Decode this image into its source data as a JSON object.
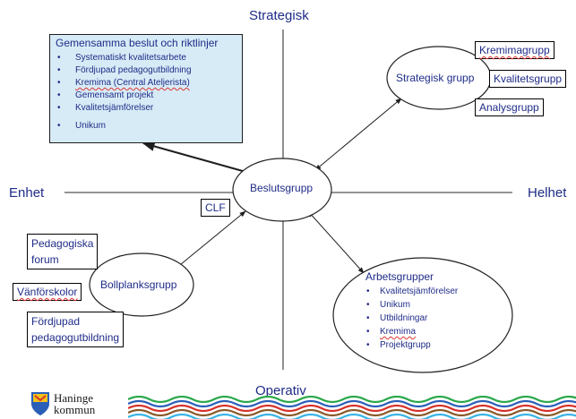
{
  "axes": {
    "top": "Strategisk",
    "bottom": "Operativ",
    "left": "Enhet",
    "right": "Helhet"
  },
  "gemensamma": {
    "title": "Gemensamma beslut och riktlinjer",
    "items": [
      "Systematiskt kvalitetsarbete",
      "Fördjupad pedagogutbildning",
      "Kremima (Central Ateljerista)",
      "Gemensamt projekt",
      "Kvalitetsjämförelser",
      "Unikum"
    ]
  },
  "nodes": {
    "beslutsgrupp": "Beslutsgrupp",
    "strategisk_grupp": "Strategisk grupp",
    "bollplanksgrupp": "Bollplanksgrupp",
    "arbetsgrupper": {
      "title": "Arbetsgrupper",
      "items": [
        "Kvalitetsjämförelser",
        "Unikum",
        "Utbildningar",
        "Kremima",
        "Projektgrupp"
      ]
    }
  },
  "boxes": {
    "clf": "CLF",
    "kremimagrupp": "Kremimagrupp",
    "kvalitetsgrupp": "Kvalitetsgrupp",
    "analysgrupp": "Analysgrupp",
    "pedagogiska_forum": [
      "Pedagogiska",
      "forum"
    ],
    "vanforskolor": "Vänförskolor",
    "fordjupad": [
      "Fördjupad",
      "pedagogutbildning"
    ]
  },
  "logo": {
    "line1": "Haninge",
    "line2": "kommun"
  },
  "colors": {
    "text": "#1f2c88",
    "panel_bg": "#d7ebf6",
    "wave_green": "#2aa84a",
    "wave_blue": "#2a5fb8",
    "wave_red": "#d6322a",
    "wave_yellow": "#f0c21a",
    "wave_brown": "#8a5a2b",
    "wave_lightblue": "#39b3e6"
  }
}
